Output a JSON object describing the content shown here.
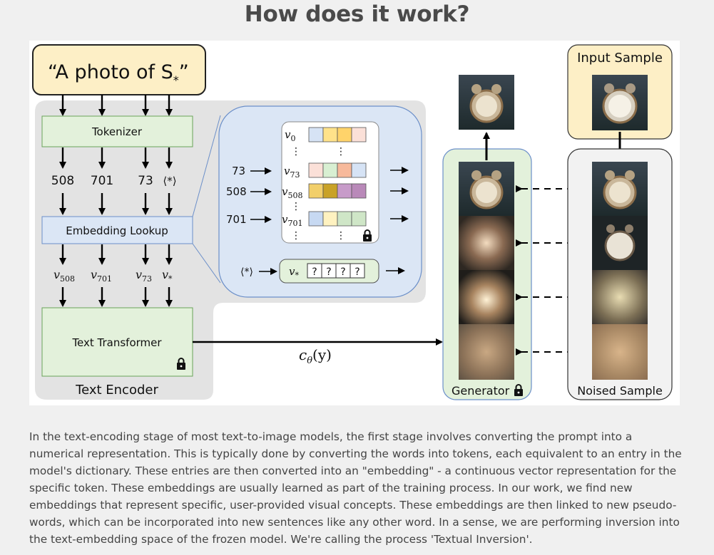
{
  "page": {
    "title": "How does it work?",
    "description": "In the text-encoding stage of most text-to-image models, the first stage involves converting the prompt into a numerical representation. This is typically done by converting the words into tokens, each equivalent to an entry in the model's dictionary. These entries are then converted into an \"embedding\" - a continuous vector representation for the specific token. These embeddings are usually learned as part of the training process. In our work, we find new embeddings that represent specific, user-provided visual concepts. These embeddings are then linked to new pseudo-words, which can be incorporated into new sentences like any other word. In a sense, we are performing inversion into the text-embedding space of the frozen model. We're calling the process 'Textual Inversion'."
  },
  "diagram": {
    "prompt": "“A photo of S",
    "prompt_sub": "*",
    "prompt_close": "”",
    "tokenizer_label": "Tokenizer",
    "tokens": [
      "508",
      "701",
      "73",
      "⟨*⟩"
    ],
    "embedding_lookup_label": "Embedding Lookup",
    "vectors": [
      "v",
      "v",
      "v",
      "v"
    ],
    "vector_subs": [
      "508",
      "701",
      "73",
      "*"
    ],
    "text_transformer_label": "Text Transformer",
    "text_encoder_label": "Text Encoder",
    "conditioning_label": "c",
    "conditioning_sub": "θ",
    "conditioning_arg": "(y)",
    "lookup_table": {
      "rows": [
        {
          "input": "",
          "vec": "v",
          "sub": "0",
          "colors": [
            "#d6e3f5",
            "#ffe28a",
            "#ffd36a",
            "#fbe0d8"
          ]
        },
        {
          "input": "73",
          "vec": "v",
          "sub": "73",
          "colors": [
            "#fbe0d8",
            "#d8efd2",
            "#f7b99b",
            "#d6e3f5"
          ]
        },
        {
          "input": "508",
          "vec": "v",
          "sub": "508",
          "colors": [
            "#f2cf6a",
            "#c9a227",
            "#c79bc9",
            "#b989b9"
          ]
        },
        {
          "input": "701",
          "vec": "v",
          "sub": "701",
          "colors": [
            "#c7d9f2",
            "#fff2c0",
            "#cfe6c7",
            "#cfe6c7"
          ]
        }
      ],
      "dots": "⋮",
      "star_input": "⟨*⟩",
      "star_vec": "v",
      "star_sub": "*",
      "unknown": [
        "?",
        "?",
        "?",
        "?"
      ]
    },
    "generator_label": "Generator",
    "input_sample_label": "Input Sample",
    "noised_sample_label": "Noised Sample",
    "colors": {
      "yellow_fill": "#fdefc6",
      "green_fill": "#e3f1db",
      "blue_fill": "#dbe6f5",
      "gray_fill": "#e3e3e3",
      "light_gray_fill": "#f2f2f2"
    }
  }
}
